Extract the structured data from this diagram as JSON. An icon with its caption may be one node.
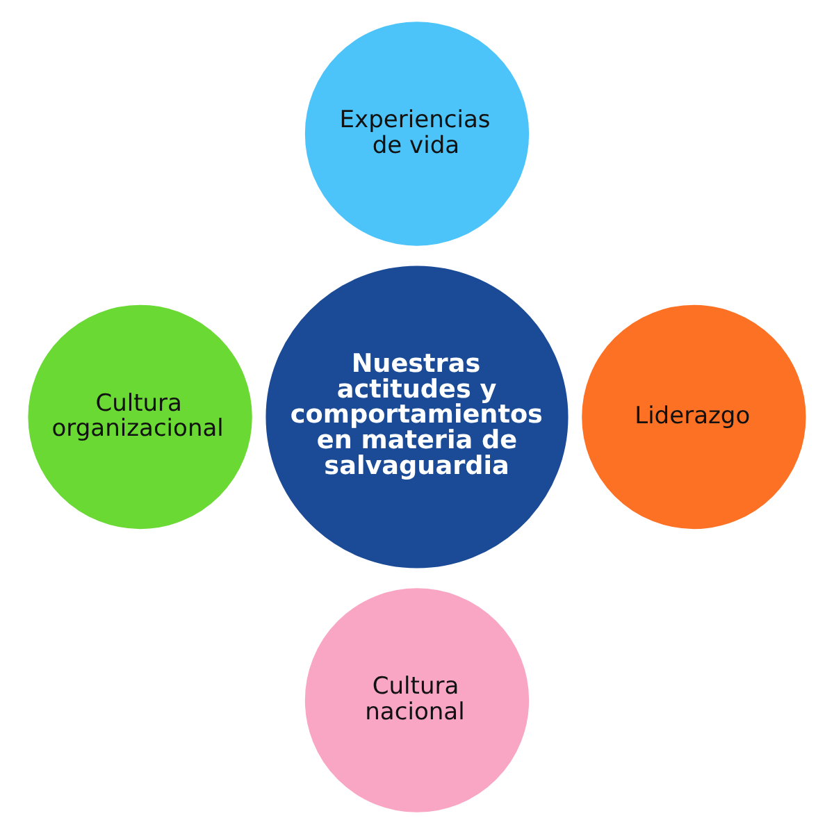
{
  "diagram": {
    "nodes": [
      {
        "text": [
          "Experiencias de vida"
        ]
      },
      {
        "text": [
          "Cultura organizacional"
        ]
      },
      {
        "text": [
          "Nuestras actitudes y comportamientos en materia de salvaguardia"
        ]
      },
      {
        "text": [
          "Liderazgo"
        ]
      },
      {
        "text": [
          "Cultura nacional"
        ]
      }
    ]
  }
}
